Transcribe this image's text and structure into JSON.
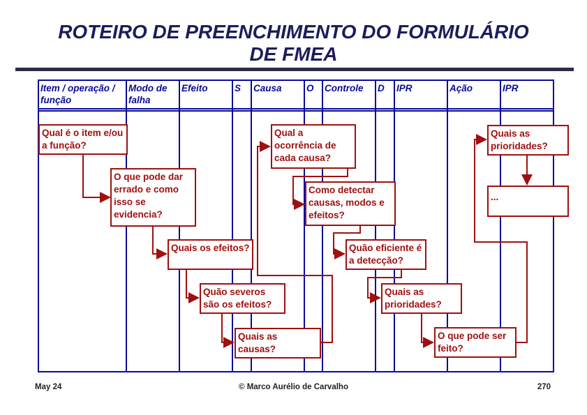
{
  "title_line1": "ROTEIRO DE PREENCHIMENTO DO FORMULÁRIO",
  "title_line2": "DE FMEA",
  "columns": [
    "Item / operação / função",
    "Modo de falha",
    "Efeito",
    "S",
    "Causa",
    "O",
    "Controle",
    "D",
    "IPR",
    "Ação",
    "IPR"
  ],
  "boxes": [
    "Qual é o item e/ou a função?",
    "O que pode dar errado e como isso se evidencia?",
    "Quais os efeitos?",
    "Quão severos são os efeitos?",
    "Quais as causas?",
    "Qual a ocorrência de cada causa?",
    "Como detectar causas, modos e efeitos?",
    "Quão eficiente é a detecção?",
    "Quais as prioridades?",
    "O que pode ser feito?",
    "Quais as prioridades?",
    "..."
  ],
  "footer": {
    "date": "May 24",
    "author": "© Marco Aurélio de Carvalho",
    "page": "270"
  },
  "colors": {
    "table": "#0a0a9a",
    "flow": "#a01010",
    "title": "#1c1c5c"
  }
}
